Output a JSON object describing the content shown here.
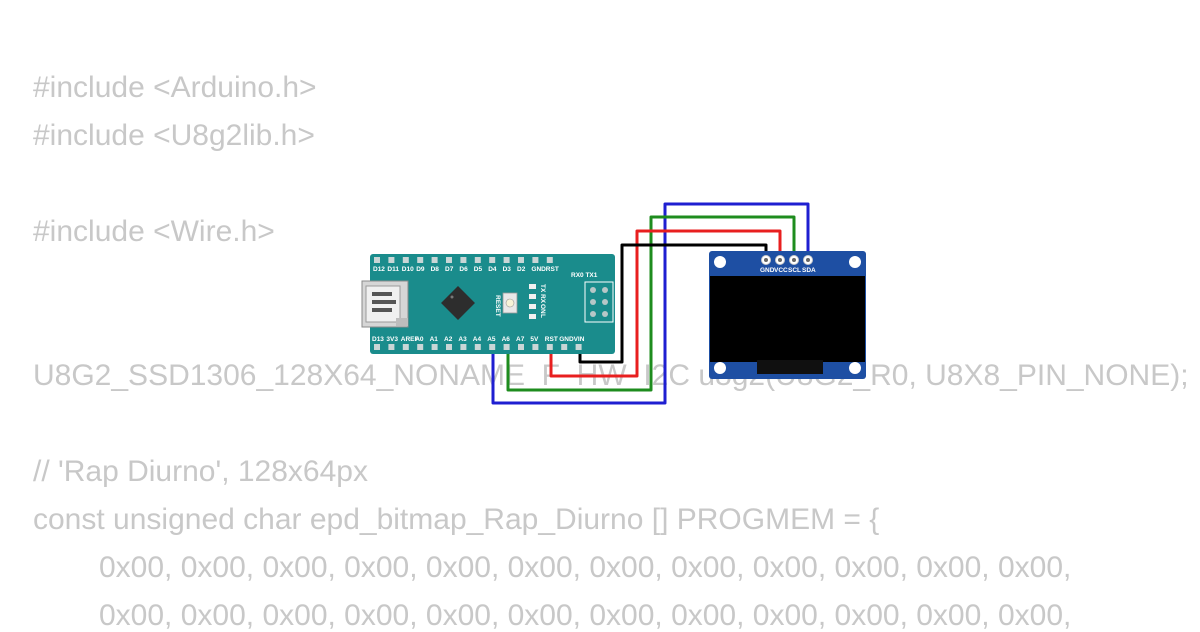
{
  "code": {
    "lines": [
      "#include <Arduino.h>",
      "#include <U8g2lib.h>",
      "#include <Wire.h>",
      "U8G2_SSD1306_128X64_NONAME_F_HW_I2C u8g2(U8G2_R0, U8X8_PIN_NONE);",
      "// 'Rap Diurno', 128x64px",
      "const unsigned char epd_bitmap_Rap_Diurno [] PROGMEM = {",
      "0x00, 0x00, 0x00, 0x00, 0x00, 0x00, 0x00, 0x00, 0x00, 0x00, 0x00, 0x00,",
      "0x00, 0x00, 0x00, 0x00, 0x00, 0x00, 0x00, 0x00, 0x00, 0x00, 0x00, 0x00,"
    ]
  },
  "arduino": {
    "top_pins": [
      "D12",
      "D11",
      "D10",
      "D9",
      "D8",
      "D7",
      "D6",
      "D5",
      "D4",
      "D3",
      "D2",
      "GND",
      "RST"
    ],
    "rx_tx": "RX0 TX1",
    "bottom_pins": [
      "D13",
      "3V3",
      "AREF",
      "A0",
      "A1",
      "A2",
      "A3",
      "A4",
      "A5",
      "A6",
      "A7",
      "5V",
      "RST",
      "GND",
      "VIN"
    ],
    "reset_label": "RESET",
    "led_labels": [
      "TX",
      "RX",
      "ON",
      "L"
    ],
    "board_color": "#1a8c8c"
  },
  "oled": {
    "pins": [
      "GND",
      "VCC",
      "SCL",
      "SDA"
    ],
    "board_color": "#1e4fa3"
  },
  "wires": {
    "gnd_color": "#000000",
    "vcc_color": "#e81f1f",
    "scl_color": "#1e8c1e",
    "sda_color": "#1f1fd1"
  }
}
